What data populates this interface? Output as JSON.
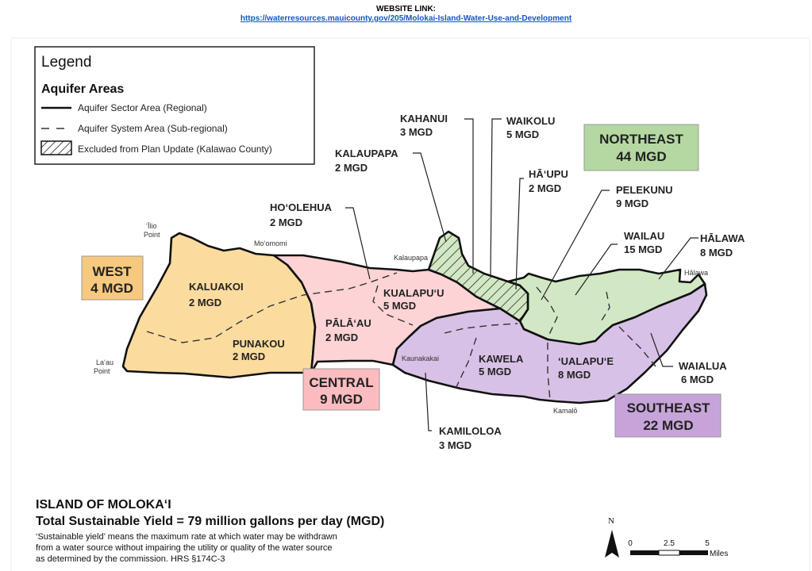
{
  "header": {
    "label": "WEBSITE LINK:",
    "url": "https://waterresources.mauicounty.gov/205/Molokai-Island-Water-Use-and-Development"
  },
  "legend": {
    "title": "Legend",
    "subtitle": "Aquifer Areas",
    "items": [
      {
        "label": "Aquifer Sector Area (Regional)",
        "symbol": "solid-line"
      },
      {
        "label": "Aquifer System Area (Sub-regional)",
        "symbol": "dashed-line"
      },
      {
        "label": "Excluded from Plan Update (Kalawao County)",
        "symbol": "hatched-box"
      }
    ]
  },
  "sectors": [
    {
      "name": "WEST",
      "yield": "4 MGD",
      "color": "#f7c97e"
    },
    {
      "name": "CENTRAL",
      "yield": "9 MGD",
      "color": "#fbbcc0"
    },
    {
      "name": "NORTHEAST",
      "yield": "44 MGD",
      "color": "#b5d8a3"
    },
    {
      "name": "SOUTHEAST",
      "yield": "22 MGD",
      "color": "#c6a4d9"
    }
  ],
  "fills": {
    "west": "#fbdc9e",
    "central": "#fdd3d5",
    "northeast": "#d2e8c4",
    "southeast": "#d8c1e6"
  },
  "systems": [
    {
      "name": "KALUAKOI",
      "yield": "2 MGD"
    },
    {
      "name": "PUNAKOU",
      "yield": "2 MGD"
    },
    {
      "name": "HO‘OLEHUA",
      "yield": "2 MGD"
    },
    {
      "name": "KUALAPU‘U",
      "yield": "5 MGD"
    },
    {
      "name": "PĀLĀ‘AU",
      "yield": "2 MGD"
    },
    {
      "name": "KAHANUI",
      "yield": "3 MGD"
    },
    {
      "name": "KALAUPAPA",
      "yield": "2 MGD"
    },
    {
      "name": "WAIKOLU",
      "yield": "5 MGD"
    },
    {
      "name": "HĀ‘UPU",
      "yield": "2 MGD"
    },
    {
      "name": "PELEKUNU",
      "yield": "9 MGD"
    },
    {
      "name": "WAILAU",
      "yield": "15 MGD"
    },
    {
      "name": "HĀLAWA",
      "yield": "8 MGD"
    },
    {
      "name": "KAWELA",
      "yield": "5 MGD"
    },
    {
      "name": "‘UALAPU‘E",
      "yield": "8 MGD"
    },
    {
      "name": "WAIALUA",
      "yield": "6 MGD"
    },
    {
      "name": "KAMILOLOA",
      "yield": "3 MGD"
    }
  ],
  "places": {
    "ilio1": "‘Īlio",
    "ilio2": "Point",
    "moomomi": "Mo‘omomi",
    "kalaupapa": "Kalaupapa",
    "halawa": "Hālawa",
    "kaunakakai": "Kaunakakai",
    "kamalo": "Kamalō",
    "laau1": "La‘au",
    "laau2": "Point"
  },
  "footer": {
    "island": "ISLAND OF MOLOKA‘I",
    "total": "Total Sustainable Yield = 79 million gallons per day (MGD)",
    "note1": "‘Sustainable yield’ means the maximum rate at which water may be withdrawn",
    "note2": "from a water source without impairing the utility or quality of the water source",
    "note3": "as determined by the commission. HRS §174C-3"
  },
  "scale": {
    "north": "N",
    "t0": "0",
    "t1": "2.5",
    "t2": "5",
    "unit": "Miles"
  }
}
